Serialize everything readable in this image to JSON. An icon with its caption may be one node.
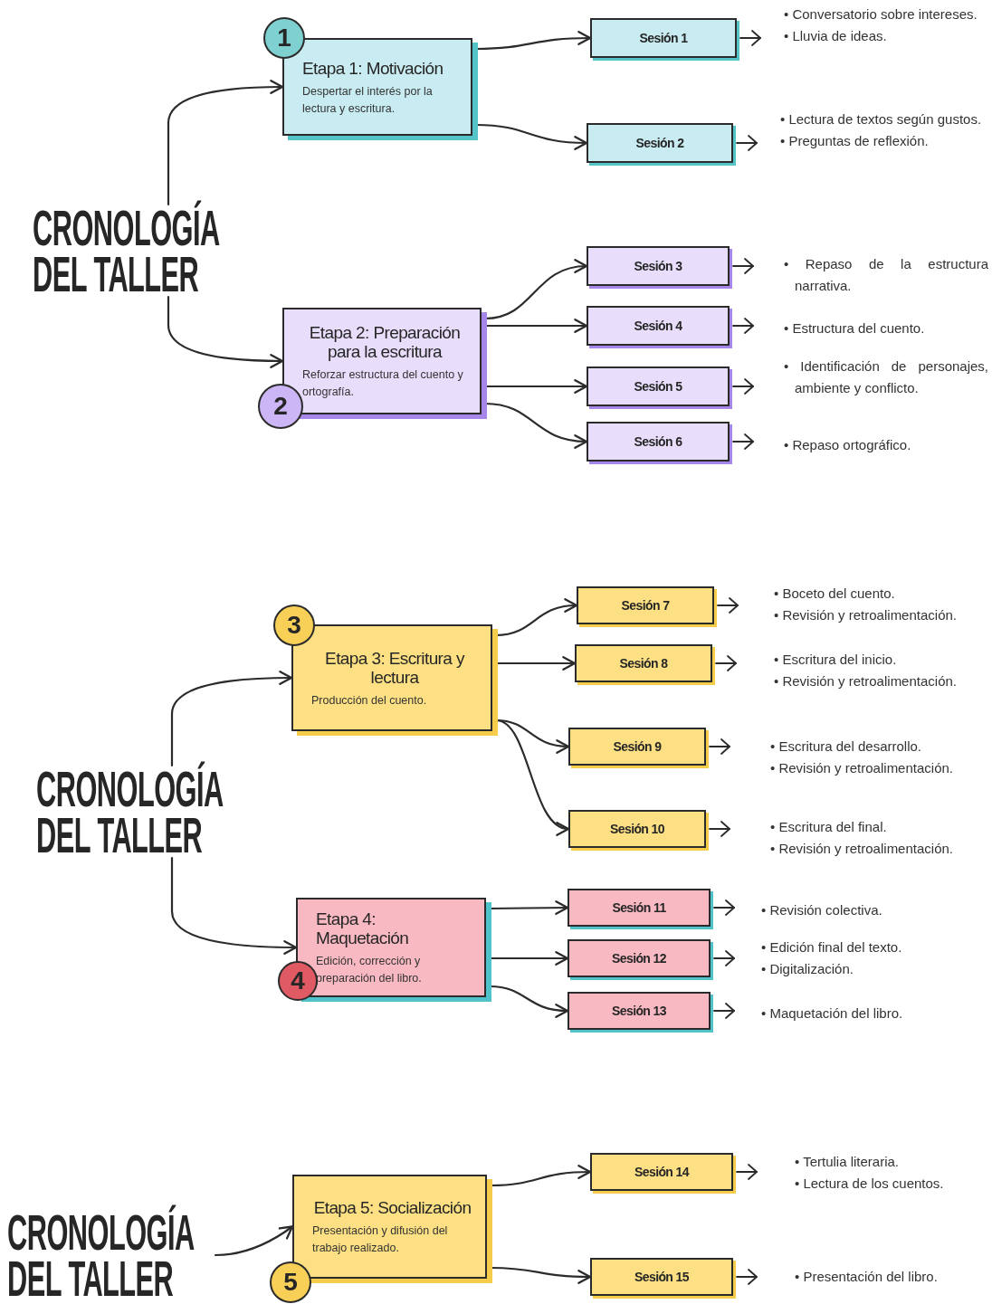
{
  "diagram": {
    "nodes": [
      {
        "text": [
          "CRONOLOGÍA DEL TALLER"
        ]
      },
      {
        "text": [
          "1"
        ]
      },
      {
        "text": [
          "Etapa 1: Motivación",
          "Despertar el interés por la lectura y escritura."
        ]
      },
      {
        "text": [
          "Sesión 1"
        ]
      },
      {
        "text": [
          "• Conversatorio sobre intereses.",
          "• Lluvia de ideas."
        ]
      },
      {
        "text": [
          "Sesión 2"
        ]
      },
      {
        "text": [
          "• Lectura de textos según gustos.",
          "• Preguntas de reflexión."
        ]
      },
      {
        "text": [
          "Sesión 3"
        ]
      },
      {
        "text": [
          "• Repaso de la estructura narrativa."
        ]
      },
      {
        "text": [
          "Etapa 2: Preparación para la escritura",
          "Reforzar estructura del cuento y ortografía."
        ]
      },
      {
        "text": [
          "2"
        ]
      },
      {
        "text": [
          "Sesión 4"
        ]
      },
      {
        "text": [
          "• Estructura del cuento."
        ]
      },
      {
        "text": [
          "Sesión 5"
        ]
      },
      {
        "text": [
          "• Identificación de personajes, ambiente y conflicto."
        ]
      },
      {
        "text": [
          "Sesión 6"
        ]
      },
      {
        "text": [
          "• Repaso ortográfico."
        ]
      },
      {
        "text": [
          "CRONOLOGÍA DEL TALLER"
        ]
      },
      {
        "text": [
          "3"
        ]
      },
      {
        "text": [
          "Etapa 3: Escritura y lectura",
          "Producción del cuento."
        ]
      },
      {
        "text": [
          "Sesión 7"
        ]
      },
      {
        "text": [
          "• Boceto del cuento.",
          "• Revisión y retroalimentación."
        ]
      },
      {
        "text": [
          "Sesión 8"
        ]
      },
      {
        "text": [
          "• Escritura del inicio.",
          "• Revisión y retroalimentación."
        ]
      },
      {
        "text": [
          "Sesión 9"
        ]
      },
      {
        "text": [
          "• Escritura del desarrollo.",
          "• Revisión y retroalimentación."
        ]
      },
      {
        "text": [
          "Sesión 10"
        ]
      },
      {
        "text": [
          "• Escritura del final.",
          "• Revisión y retroalimentación."
        ]
      },
      {
        "text": [
          "Etapa 4: Maquetación",
          "Edición, corrección y preparación del libro."
        ]
      },
      {
        "text": [
          "4"
        ]
      },
      {
        "text": [
          "Sesión 11"
        ]
      },
      {
        "text": [
          "• Revisión colectiva."
        ]
      },
      {
        "text": [
          "Sesión 12"
        ]
      },
      {
        "text": [
          "• Edición final del texto.",
          "• Digitalización."
        ]
      },
      {
        "text": [
          "Sesión 13"
        ]
      },
      {
        "text": [
          "• Maquetación del libro."
        ]
      },
      {
        "text": [
          "CRONOLOGÍA DEL TALLER"
        ]
      },
      {
        "text": [
          "Etapa 5: Socialización",
          "Presentación y difusión del trabajo realizado."
        ]
      },
      {
        "text": [
          "5"
        ]
      },
      {
        "text": [
          "Sesión 14"
        ]
      },
      {
        "text": [
          "• Tertulia literaria.",
          "• Lectura de los cuentos."
        ]
      },
      {
        "text": [
          "Sesión 15"
        ]
      },
      {
        "text": [
          "• Presentación del libro."
        ]
      }
    ],
    "edges": [
      {
        "from": 0,
        "to": 2,
        "arrow": "to"
      },
      {
        "from": 0,
        "to": 9,
        "arrow": "to"
      },
      {
        "from": 2,
        "to": 3,
        "arrow": "to"
      },
      {
        "from": 2,
        "to": 5,
        "arrow": "to"
      },
      {
        "from": 9,
        "to": 7,
        "arrow": "to"
      },
      {
        "from": 9,
        "to": 11,
        "arrow": "to"
      },
      {
        "from": 9,
        "to": 13,
        "arrow": "to"
      },
      {
        "from": 9,
        "to": 15,
        "arrow": "to"
      },
      {
        "from": 3,
        "to": 4,
        "arrow": "to"
      },
      {
        "from": 5,
        "to": 6,
        "arrow": "to"
      },
      {
        "from": 7,
        "to": 8,
        "arrow": "to"
      },
      {
        "from": 11,
        "to": 12,
        "arrow": "to"
      },
      {
        "from": 13,
        "to": 14,
        "arrow": "to"
      },
      {
        "from": 15,
        "to": 16,
        "arrow": "to"
      },
      {
        "from": 17,
        "to": 19,
        "arrow": "to"
      },
      {
        "from": 17,
        "to": 28,
        "arrow": "to"
      },
      {
        "from": 19,
        "to": 20,
        "arrow": "to"
      },
      {
        "from": 19,
        "to": 22,
        "arrow": "to"
      },
      {
        "from": 19,
        "to": 24,
        "arrow": "to"
      },
      {
        "from": 19,
        "to": 26,
        "arrow": "to"
      },
      {
        "from": 28,
        "to": 30,
        "arrow": "to"
      },
      {
        "from": 28,
        "to": 32,
        "arrow": "to"
      },
      {
        "from": 28,
        "to": 34,
        "arrow": "to"
      },
      {
        "from": 20,
        "to": 21,
        "arrow": "to"
      },
      {
        "from": 22,
        "to": 23,
        "arrow": "to"
      },
      {
        "from": 24,
        "to": 25,
        "arrow": "to"
      },
      {
        "from": 26,
        "to": 27,
        "arrow": "to"
      },
      {
        "from": 30,
        "to": 31,
        "arrow": "to"
      },
      {
        "from": 32,
        "to": 33,
        "arrow": "to"
      },
      {
        "from": 34,
        "to": 35,
        "arrow": "to"
      },
      {
        "from": 36,
        "to": 37,
        "arrow": "to"
      },
      {
        "from": 37,
        "to": 39,
        "arrow": "to"
      },
      {
        "from": 37,
        "to": 41,
        "arrow": "to"
      },
      {
        "from": 39,
        "to": 40,
        "arrow": "to"
      },
      {
        "from": 41,
        "to": 42,
        "arrow": "to"
      }
    ]
  }
}
